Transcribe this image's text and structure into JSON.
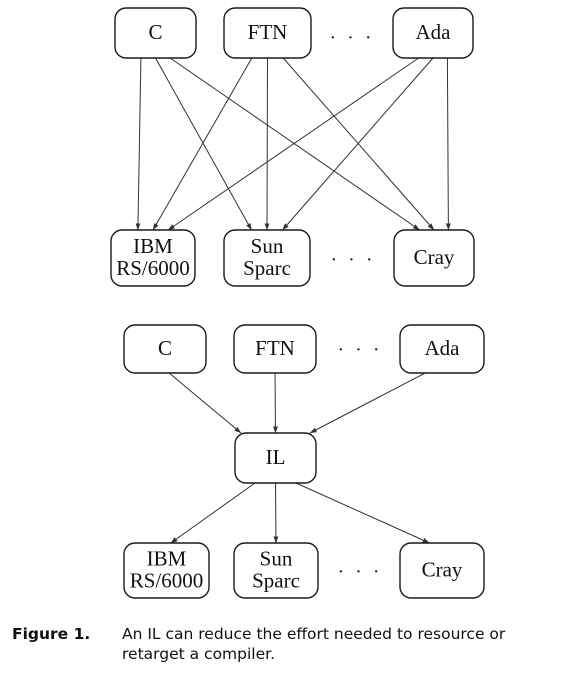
{
  "diagram_top": {
    "sources": [
      "C",
      "FTN",
      "Ada"
    ],
    "targets": [
      [
        "IBM",
        "RS/6000"
      ],
      [
        "Sun",
        "Sparc"
      ],
      [
        "Cray"
      ]
    ],
    "ellipsis": "· · ·"
  },
  "diagram_bottom": {
    "sources": [
      "C",
      "FTN",
      "Ada"
    ],
    "intermediate": "IL",
    "targets": [
      [
        "IBM",
        "RS/6000"
      ],
      [
        "Sun",
        "Sparc"
      ],
      [
        "Cray"
      ]
    ],
    "ellipsis": "· · ·"
  },
  "caption": {
    "label": "Figure 1.",
    "text": "An IL can reduce the effort needed to resource or retarget a compiler."
  }
}
